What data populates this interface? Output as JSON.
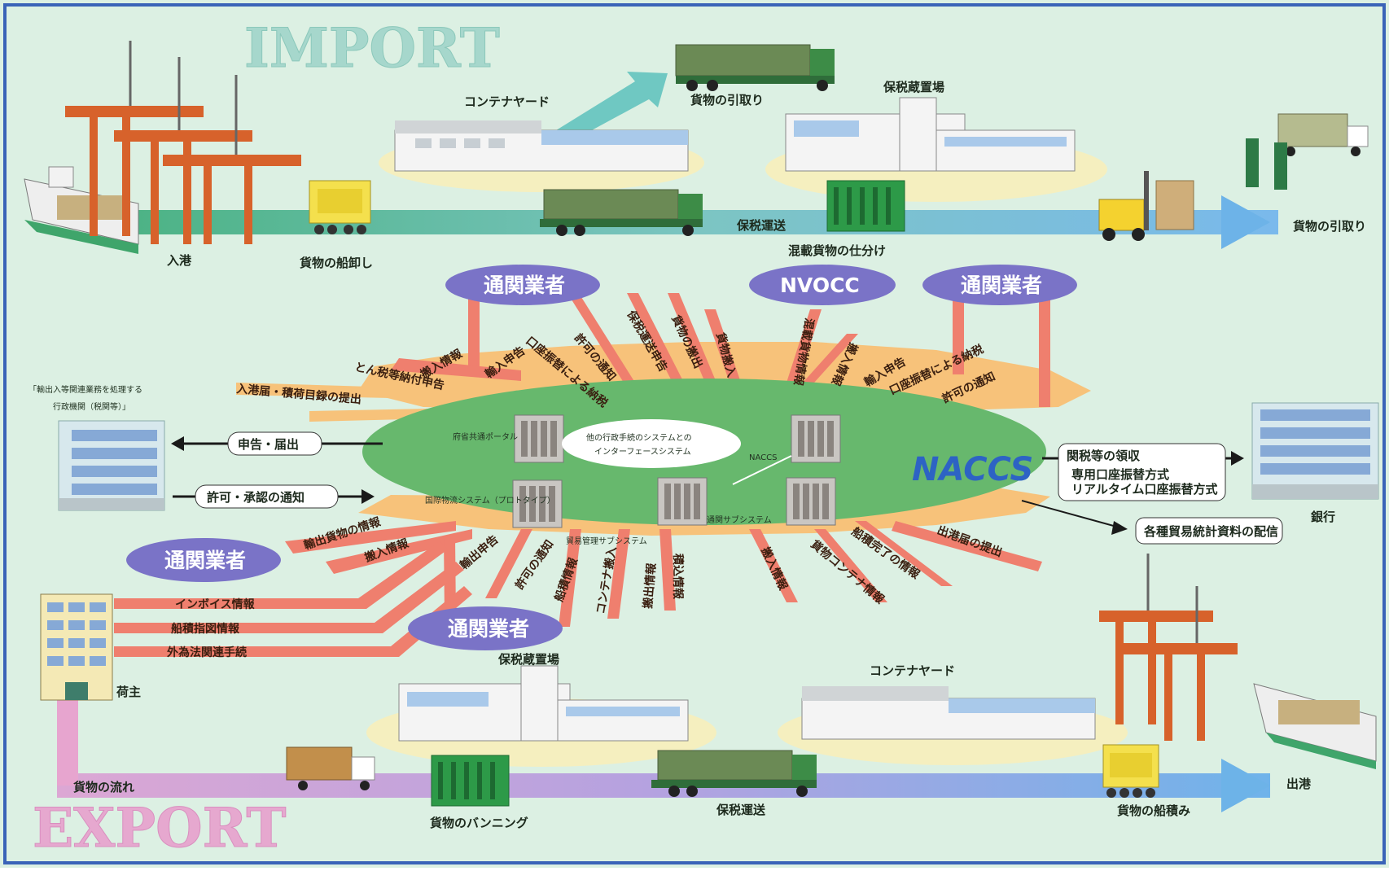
{
  "headings": {
    "import": "IMPORT",
    "export": "EXPORT"
  },
  "import_flow": {
    "arrival": "入港",
    "unloading": "貨物の船卸し",
    "container_yard": "コンテナヤード",
    "pickup": "貨物の引取り",
    "bonded_area": "保税蔵置場",
    "bonded_transport": "保税運送",
    "sorting": "混載貨物の仕分け",
    "pickup_end": "貨物の引取り"
  },
  "export_flow": {
    "shipper": "荷主",
    "cargo_flow": "貨物の流れ",
    "bonded_area": "保税蔵置場",
    "vanning": "貨物のバンニング",
    "bonded_transport": "保税運送",
    "container_yard": "コンテナヤード",
    "loading": "貨物の船積み",
    "departure": "出港"
  },
  "parties": {
    "broker_top_left": "通関業者",
    "nvocc": "NVOCC",
    "broker_top_right": "通関業者",
    "broker_left": "通関業者",
    "broker_bottom": "通関業者"
  },
  "government": {
    "label_line1": "「輸出入等関連業務を処理する",
    "label_line2": "行政機関（税関等）」",
    "declare": "申告・届出",
    "permit": "許可・承認の通知"
  },
  "bank": {
    "label": "銀行",
    "tax_receipt": "関税等の領収",
    "method1": "専用口座振替方式",
    "method2": "リアルタイム口座振替方式",
    "statistics": "各種貿易統計資料の配信"
  },
  "nacss": {
    "logo": "NACCS",
    "portal": "府省共通ポータル",
    "interface": "他の行政手続のシステムとの",
    "interface2": "インターフェースシステム",
    "naccs_small": "NACCS",
    "prototype": "国際物流システム（プロトタイプ）",
    "sub1": "貿易管理サブシステム",
    "sub2": "通関サブシステム"
  },
  "top_rays": [
    "搬入情報",
    "輸入申告",
    "口座振替による納税",
    "許可の通知",
    "保税運送申告",
    "貨物の搬出",
    "貨物搬入",
    "混載貨物情報",
    "搬入情報",
    "輸入申告",
    "口座振替による納税",
    "許可の通知"
  ],
  "left_rays": [
    "とん税等納付申告",
    "入港届・積荷目録の提出"
  ],
  "bottom_rays": [
    "輸出貨物の情報",
    "搬入情報",
    "輸出申告",
    "許可の通知",
    "船積情報",
    "コンテナ搬入",
    "搬出情報",
    "積込情報",
    "搬入情報",
    "貨物コンテナ情報",
    "船積完了の情報",
    "出港届の提出"
  ],
  "shipper_docs": [
    "インボイス情報",
    "船積指図情報",
    "外為法関連手続"
  ],
  "colors": {
    "background": "#dcf0e3",
    "green_road": "#5fbf92",
    "blue_arrow": "#6db3e8",
    "nacss_oval": "#67b86d",
    "party_oval": "#7a73c7",
    "ray_orange": "#f7c27a",
    "ray_red": "#ef7f6e",
    "pink_flow": "#e7a5cf"
  }
}
